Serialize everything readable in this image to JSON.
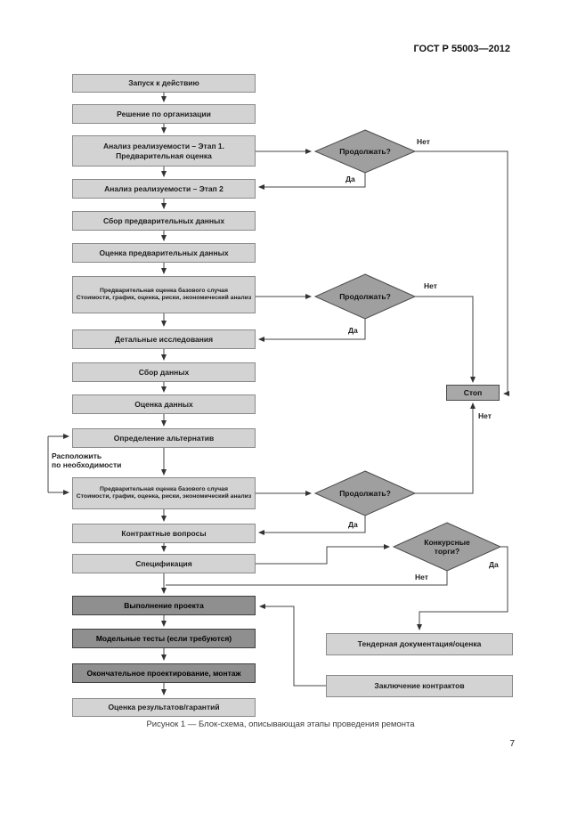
{
  "page": {
    "header": "ГОСТ Р 55003—2012",
    "caption": "Рисунок 1 — Блок-схема, описывающая этапы проведения  ремонта",
    "page_number": "7"
  },
  "colors": {
    "box_light": "#d3d3d3",
    "box_dark": "#8f8f8f",
    "diamond_fill": "#9f9f9f",
    "stop_fill": "#a8a8a8",
    "line": "#444444"
  },
  "flowchart": {
    "nodes": {
      "start": "Запуск к действию",
      "org_decision": "Решение по организации",
      "feasibility1": "Анализ реализуемости – Этап 1.\nПредварительная оценка",
      "feasibility2": "Анализ реализуемости – Этап 2",
      "prelim_collect": "Сбор предварительных данных",
      "prelim_eval": "Оценка предварительных данных",
      "base_case1": "Предварительная оценка базового случая\nСтоимости, график, оценка, риски, экономический анализ",
      "detailed_research": "Детальные исследования",
      "data_collect": "Сбор данных",
      "data_eval": "Оценка данных",
      "alternatives": "Определение альтернатив",
      "base_case2": "Предварительная оценка базового случая\nСтоимости, график, оценка, риски, экономический анализ",
      "contract_issues": "Контрактные вопросы",
      "specification": "Спецификация",
      "project_exec": "Выполнение проекта",
      "model_tests": "Модельные тесты (если требуются)",
      "final_design": "Окончательное проектирование, монтаж",
      "results_eval": "Оценка результатов/гарантий",
      "tender_docs": "Тендерная документация/оценка",
      "contracts_sign": "Заключение контрактов",
      "stop": "Стоп"
    },
    "decisions": {
      "continue1": "Продолжать?",
      "continue2": "Продолжать?",
      "continue3": "Продолжать?",
      "tender": "Конкурсные\nторги?"
    },
    "edge_labels": {
      "yes": "Да",
      "no": "Нет",
      "arrange": "Расположить\nпо необходимости"
    }
  }
}
